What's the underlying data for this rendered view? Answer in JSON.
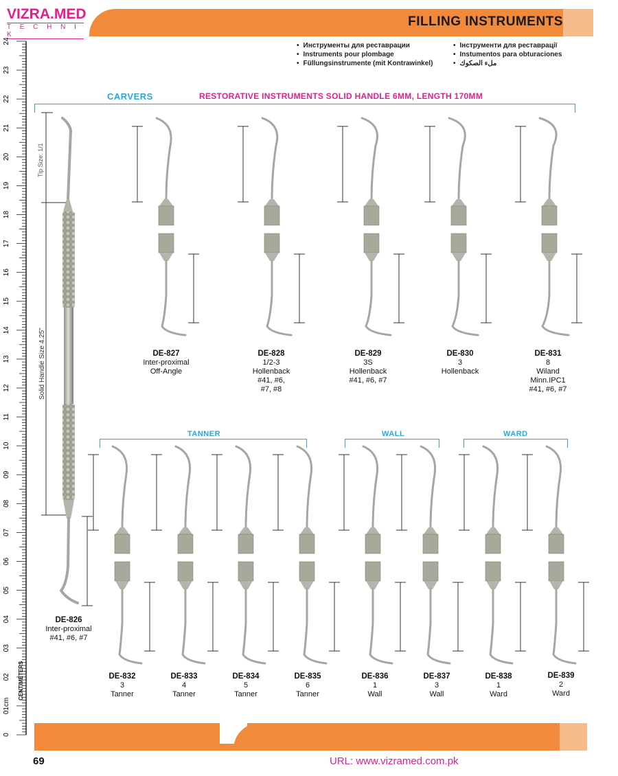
{
  "header": {
    "logo_brand": "VIZRA.MED",
    "logo_sub": "T E C H N I K",
    "title": "FILLING INSTRUMENTS"
  },
  "languages": {
    "col1": [
      "Инструменты для реставрации",
      "Instruments pour plombage",
      "Füllungsinstrumente (mit Kontrawinkel)"
    ],
    "col2": [
      "Інструменти для реставрації",
      "Instumentos para obturaciones",
      "ملء الصكوك"
    ]
  },
  "sections": {
    "carvers": "CARVERS",
    "title": "RESTORATIVE INSTRUMENTS SOLID HANDLE 6MM, LENGTH 170MM",
    "tanner": "TANNER",
    "wall": "WALL",
    "ward": "WARD"
  },
  "annotations": {
    "tip_size": "Tip Size: 1/1",
    "handle_size": "Solid Handle Size 4.25\""
  },
  "ruler": {
    "labels": [
      "0",
      "01cm",
      "02",
      "03",
      "04",
      "05",
      "06",
      "07",
      "08",
      "09",
      "10",
      "11",
      "12",
      "13",
      "14",
      "15",
      "16",
      "17",
      "18",
      "19",
      "20",
      "21",
      "22",
      "23",
      "24"
    ],
    "unit": "CENTIMETERS"
  },
  "main_instrument": {
    "code": "DE-826",
    "lines": [
      "Inter-proximal",
      "#41, #6, #7"
    ]
  },
  "carvers": [
    {
      "code": "DE-827",
      "lines": [
        "Inter-proximal",
        "Off-Angle"
      ]
    },
    {
      "code": "DE-828",
      "lines": [
        "1/2-3",
        "Hollenback",
        "#41, #6,",
        "#7, #8"
      ]
    },
    {
      "code": "DE-829",
      "lines": [
        "3S",
        "Hollenback",
        "#41, #6, #7"
      ]
    },
    {
      "code": "DE-830",
      "lines": [
        "3",
        "Hollenback"
      ]
    },
    {
      "code": "DE-831",
      "lines": [
        "8",
        "Wiland",
        "Minn.IPC1",
        "#41, #6, #7"
      ]
    }
  ],
  "bottom_row": [
    {
      "code": "DE-832",
      "lines": [
        "3",
        "Tanner"
      ]
    },
    {
      "code": "DE-833",
      "lines": [
        "4",
        "Tanner"
      ]
    },
    {
      "code": "DE-834",
      "lines": [
        "5",
        "Tanner"
      ]
    },
    {
      "code": "DE-835",
      "lines": [
        "6",
        "Tanner"
      ]
    },
    {
      "code": "DE-836",
      "lines": [
        "1",
        "Wall"
      ]
    },
    {
      "code": "DE-837",
      "lines": [
        "3",
        "Wall"
      ]
    },
    {
      "code": "DE-838",
      "lines": [
        "1",
        "Ward"
      ]
    },
    {
      "code": "DE-839",
      "lines": [
        "2",
        "Ward"
      ]
    }
  ],
  "footer": {
    "page_number": "69",
    "url": "URL: www.vizramed.com.pk"
  },
  "colors": {
    "orange": "#f28a3c",
    "light_orange": "#f6bb8a",
    "pink": "#e0218a",
    "blue": "#2aa7d9"
  }
}
